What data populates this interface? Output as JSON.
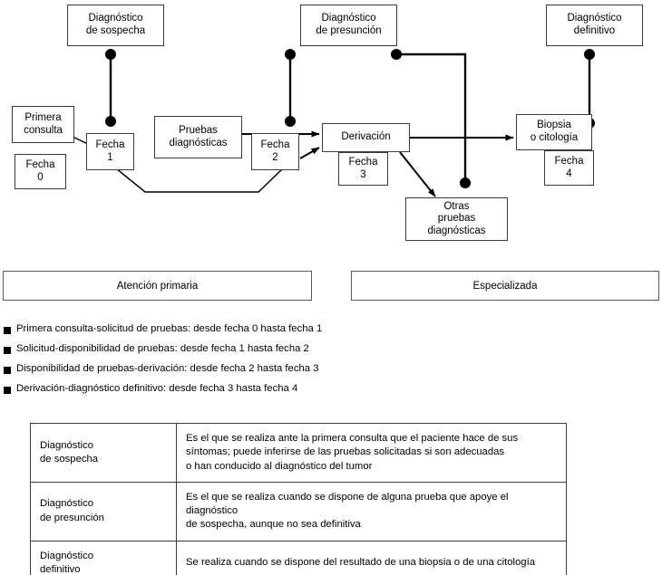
{
  "diagram": {
    "nodes": {
      "diag_sospecha": "Diagnóstico\nde sospecha",
      "diag_presuncion": "Diagnóstico\nde presunción",
      "diag_definitivo": "Diagnóstico\ndefinitivo",
      "primera_consulta": "Primera\nconsulta",
      "fecha0": "Fecha\n0",
      "fecha1": "Fecha\n1",
      "pruebas_diagnosticas": "Pruebas\ndiagnósticas",
      "fecha2": "Fecha\n2",
      "derivacion": "Derivación",
      "fecha3": "Fecha\n3",
      "otras_pruebas": "Otras\npruebas\ndiagnósticas",
      "biopsia": "Biopsia\no citología",
      "fecha4": "Fecha\n4"
    }
  },
  "levels": {
    "primaria": "Atención primaria",
    "especializada": "Especializada"
  },
  "legend": {
    "items": [
      "Primera consulta-solicitud de pruebas: desde fecha 0 hasta fecha 1",
      "Solicitud-disponibilidad de pruebas: desde fecha 1 hasta fecha 2",
      "Disponibilidad de pruebas-derivación: desde fecha 2 hasta fecha 3",
      "Derivación-diagnóstico definitivo: desde fecha 3 hasta fecha 4"
    ]
  },
  "definitions": {
    "rows": [
      {
        "term": "Diagnóstico\nde sospecha",
        "description": "Es el que se realiza ante la primera consulta que el paciente hace de sus\nsíntomas; puede inferirse de las pruebas solicitadas si son adecuadas\no han conducido al diagnóstico del tumor"
      },
      {
        "term": "Diagnóstico\nde presunción",
        "description": "Es el que se realiza cuando se dispone de alguna prueba que apoye el diagnóstico\nde sospecha, aunque no sea definitiva"
      },
      {
        "term": "Diagnóstico\ndefinitivo",
        "description": "Se realiza cuando se dispone del resultado de una biopsia o de una citología"
      }
    ]
  },
  "colors": {
    "stroke": "#3a3a3a",
    "bar_stroke": "#5a5a5a",
    "marker": "#000000",
    "background": "#ffffff"
  }
}
